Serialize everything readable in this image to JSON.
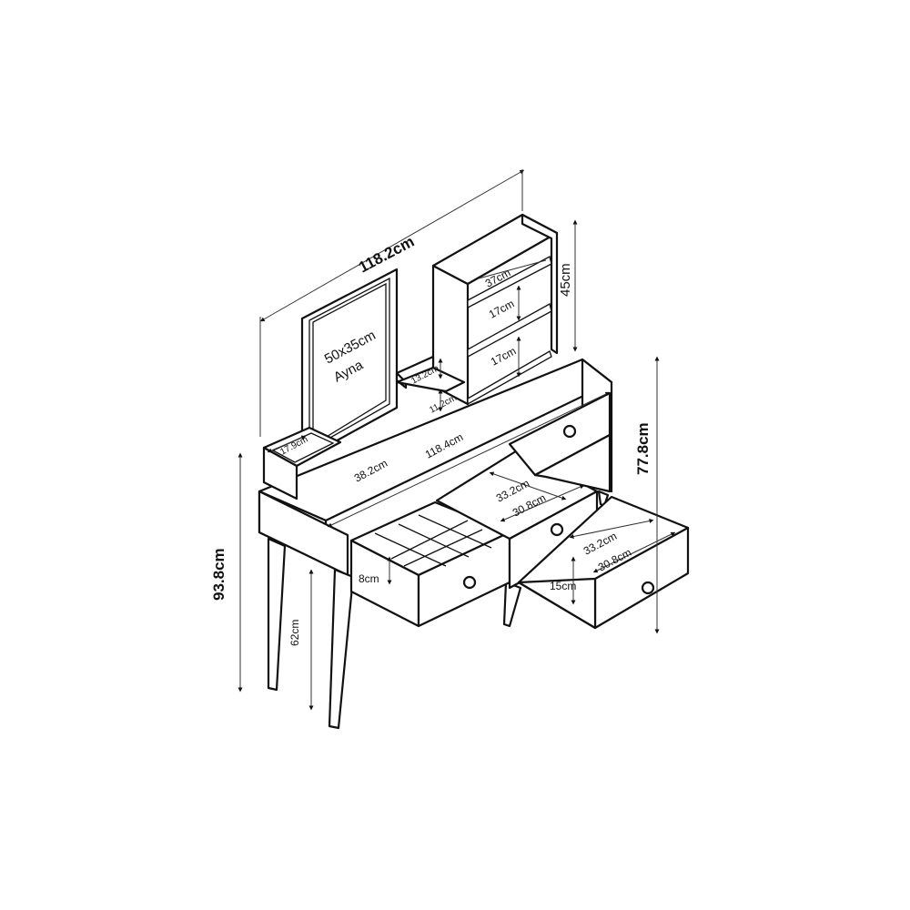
{
  "dimensions": {
    "total_width": "118.2cm",
    "total_height": "93.8cm",
    "desk_height": "77.8cm",
    "shelf_height": "45cm",
    "shelf_width": "37cm",
    "shelf_gap_upper": "17cm",
    "shelf_gap_lower": "17cm",
    "mirror_size": "50x35cm",
    "mirror_label": "Ayna",
    "small_shelf_depth": "13.2cm",
    "small_shelf_height": "11.2cm",
    "left_box_width": "17.9cm",
    "desk_depth": "38.2cm",
    "desk_width": "118.4cm",
    "leg_height": "62cm",
    "small_drawer_height": "8cm",
    "mid_drawer_depth": "33.2cm",
    "mid_drawer_width": "30.8cm",
    "right_drawer_depth": "33.2cm",
    "right_drawer_width": "30.8cm",
    "right_drawer_height": "15cm"
  }
}
